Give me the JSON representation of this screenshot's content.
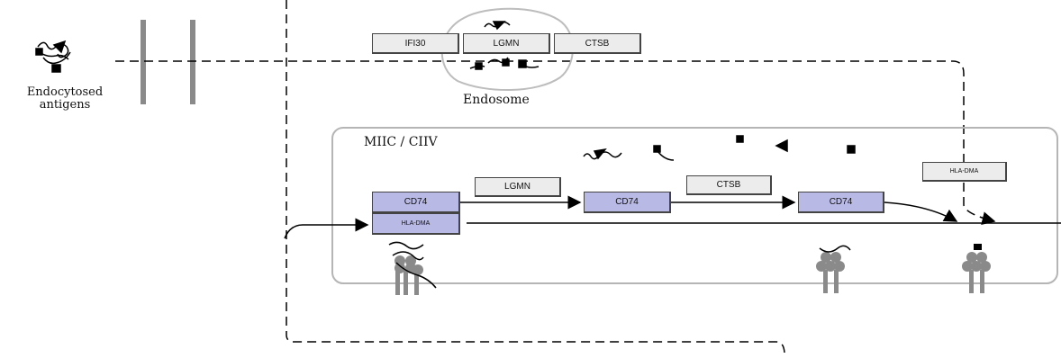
{
  "labels": {
    "endocytosed_antigens_line1": "Endocytosed",
    "endocytosed_antigens_line2": "antigens",
    "endosome": "Endosome",
    "compartment": "MIIC / CIIV"
  },
  "endosome_enzymes": [
    "IFI30",
    "LGMN",
    "CTSB"
  ],
  "proteins": {
    "cd74_1": "CD74",
    "hla_dma_1": "HLA-DMA",
    "cd74_2": "CD74",
    "cd74_3": "CD74",
    "hla_dma_2": "HLA-DMA"
  },
  "process_enzymes": {
    "lgmn": "LGMN",
    "ctsb": "CTSB"
  },
  "colors": {
    "enzyme_fill": "#ececec",
    "protein_fill": "#b9b9e6",
    "compartment_stroke": "#b5b5b5",
    "receptor_fill": "#8a8a8a"
  }
}
